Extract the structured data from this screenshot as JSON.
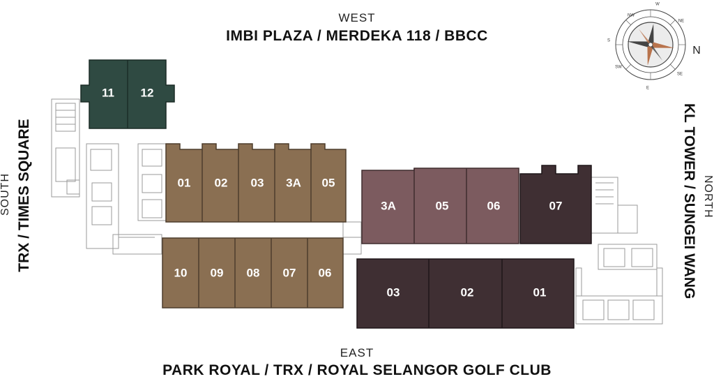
{
  "directions": {
    "west": {
      "heading": "WEST",
      "landmarks": "IMBI PLAZA / MERDEKA 118 / BBCC"
    },
    "east": {
      "heading": "EAST",
      "landmarks": "PARK ROYAL / TRX / ROYAL SELANGOR GOLF CLUB"
    },
    "south": {
      "heading": "SOUTH",
      "landmarks": "TRX / TIMES SQUARE"
    },
    "north": {
      "heading": "NORTH",
      "landmarks": "KL TOWER / SUNGEI WANG"
    }
  },
  "compass": {
    "north_letter": "N",
    "small_marks": [
      "W",
      "NW",
      "NE",
      "S",
      "SW",
      "SE",
      "E"
    ]
  },
  "colors": {
    "dark_green": "#2f4a42",
    "tan": "#8a6f52",
    "mauve": "#7c5b5f",
    "dark_plum": "#3f2f33",
    "compass_needle": "#b8734c"
  },
  "units": {
    "green": [
      "11",
      "12"
    ],
    "tan_top": [
      "01",
      "02",
      "03",
      "3A",
      "05"
    ],
    "tan_bottom": [
      "10",
      "09",
      "08",
      "07",
      "06"
    ],
    "mauve": [
      "3A",
      "05",
      "06"
    ],
    "plum_top": [
      "07"
    ],
    "plum_bottom": [
      "03",
      "02",
      "01"
    ]
  }
}
